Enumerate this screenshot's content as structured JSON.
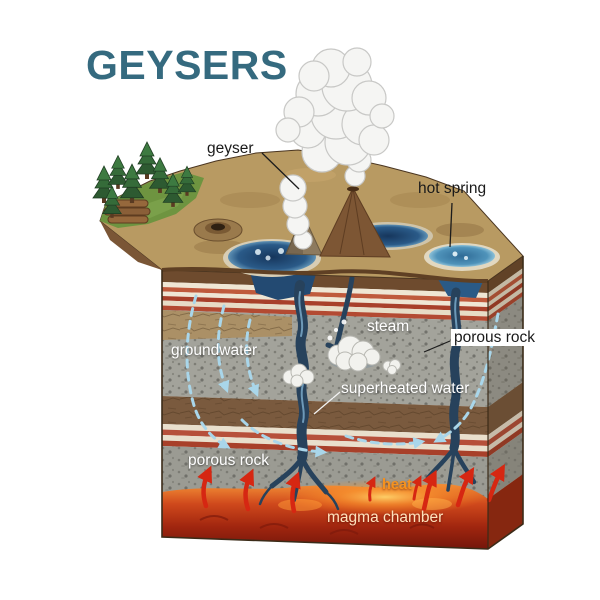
{
  "title": "GEYSERS",
  "labels": {
    "geyser": "geyser",
    "hot_spring": "hot spring",
    "steam": "steam",
    "groundwater": "groundwater",
    "superheated_water": "superheated water",
    "porous_rock_right": "porous rock",
    "porous_rock_left": "porous rock",
    "heat": "heat",
    "magma_chamber": "magma chamber"
  },
  "colors": {
    "title": "#356a7f",
    "label_dark": "#1a1a1a",
    "label_light": "#ffffff",
    "heat": "#f6921e",
    "magma_label": "#ffe3bd",
    "groundwater_arrow": "#a9d6ea",
    "heat_arrow": "#d62712",
    "water_pool": "#2a5680",
    "hot_spring_water": "#4f93ba",
    "steam_cloud": "#f5f5f3",
    "conduit": "#27425c",
    "porous_rock_gray": "#a3a39b",
    "stripe_red": "#b6503a",
    "stripe_white": "#e9dfcc",
    "soil_brown": "#6e4b2e",
    "terrain_tan": "#b89a62",
    "tree_green": "#356b39",
    "magma_top": "#f08a34",
    "magma_bottom": "#6e140a",
    "magma_glow": "#ffd36a"
  }
}
